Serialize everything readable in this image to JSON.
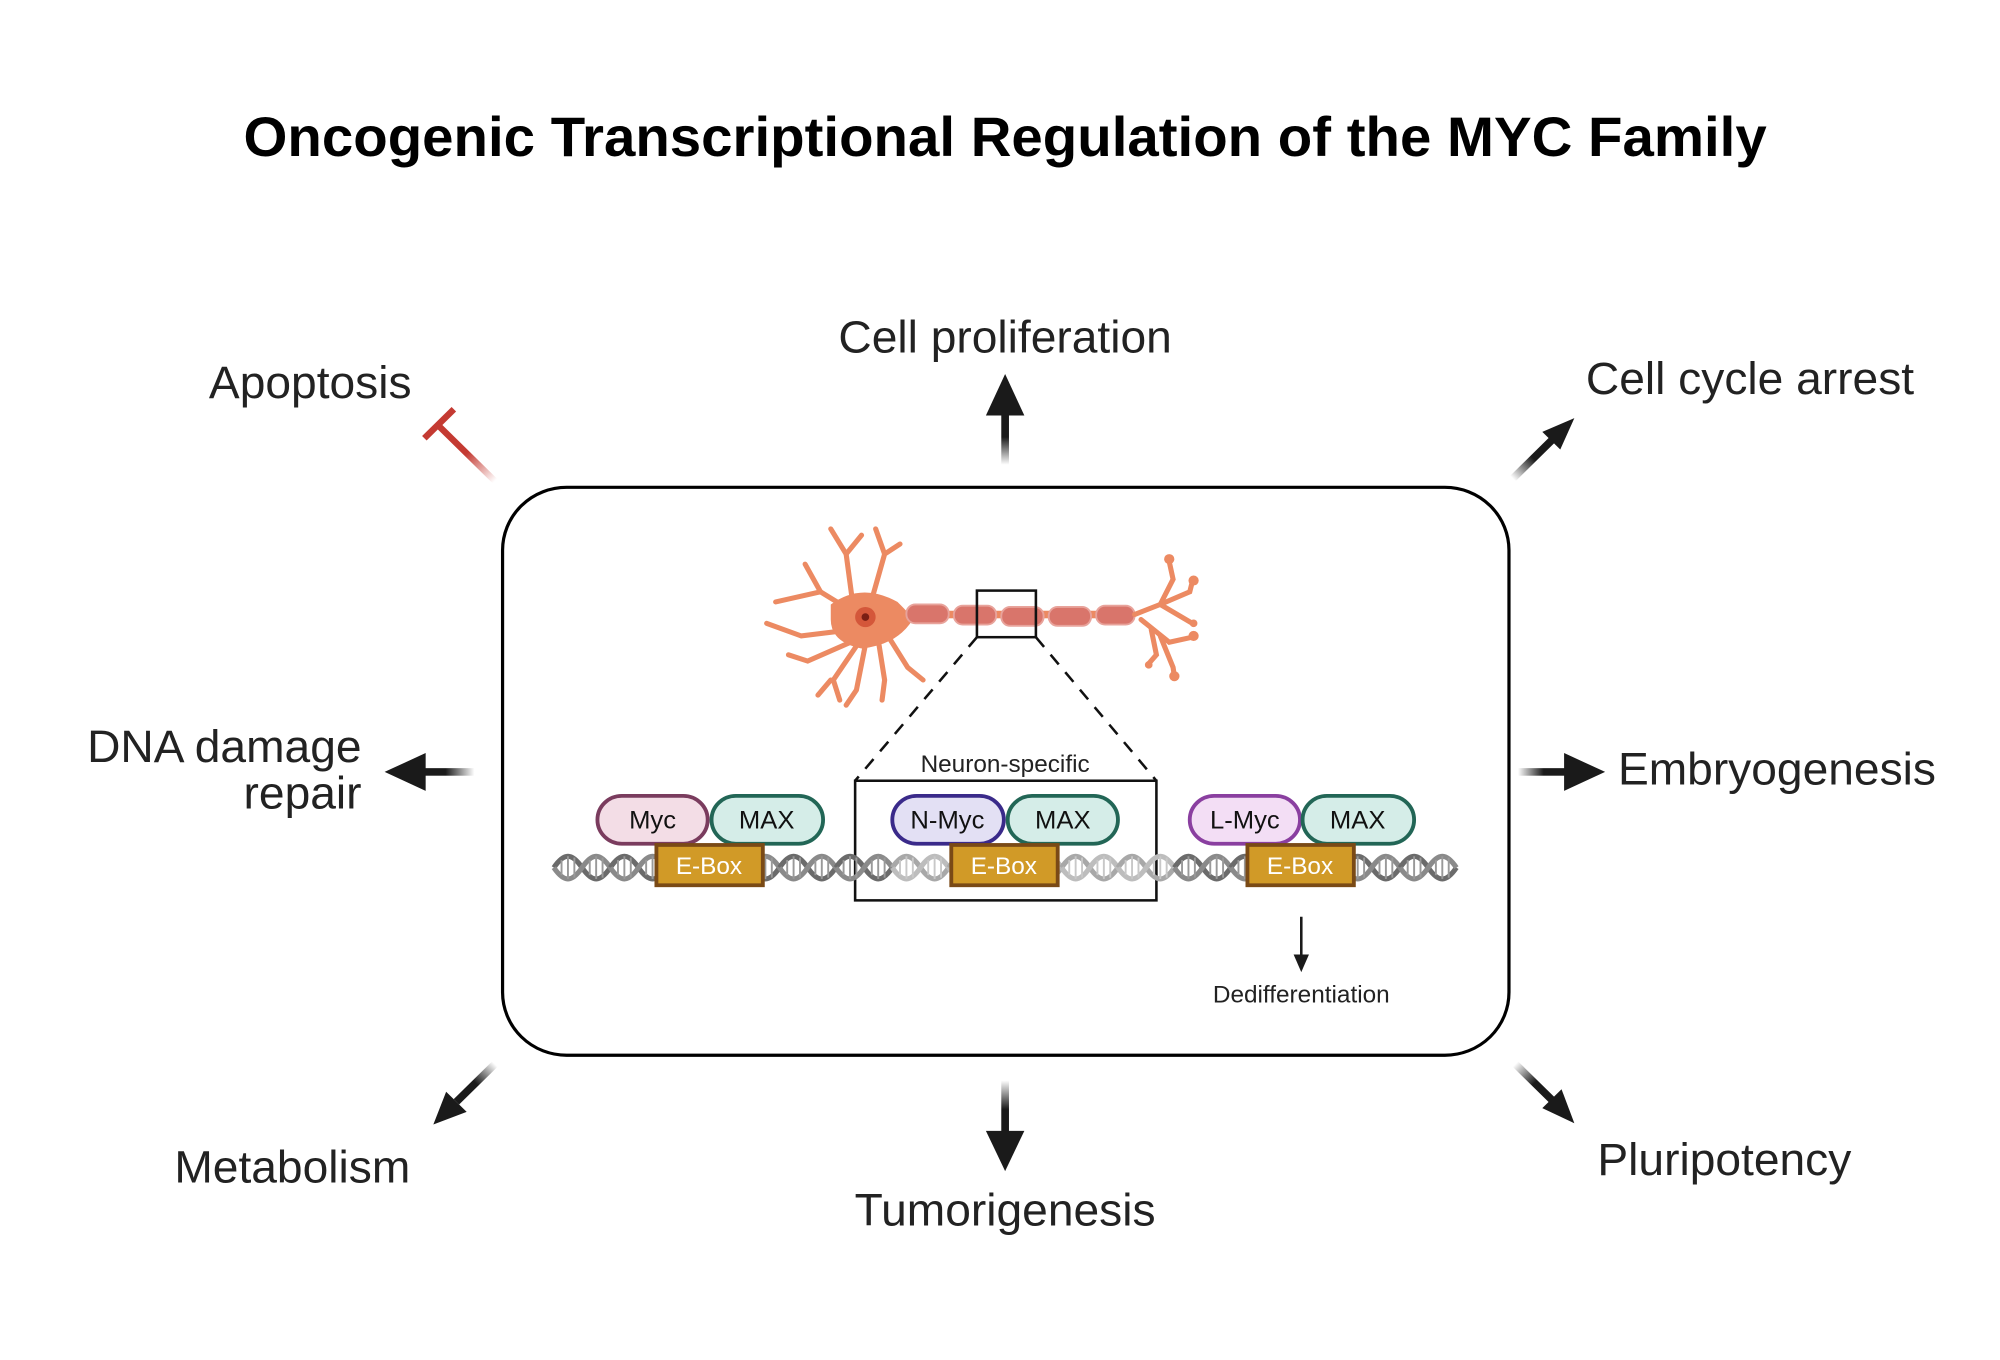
{
  "title": "Oncogenic Transcriptional Regulation of the MYC Family",
  "outcomes": {
    "cell_proliferation": "Cell proliferation",
    "apoptosis": "Apoptosis",
    "cell_cycle_arrest": "Cell cycle arrest",
    "dna_damage_repair_line1": "DNA damage",
    "dna_damage_repair_line2": "repair",
    "embryogenesis": "Embryogenesis",
    "metabolism": "Metabolism",
    "tumorigenesis": "Tumorigenesis",
    "pluripotency": "Pluripotency"
  },
  "inset": {
    "neuron_specific_label": "Neuron-specific",
    "complexes": [
      {
        "partner": "Myc",
        "dimer": "MAX",
        "element": "E-Box"
      },
      {
        "partner": "N-Myc",
        "dimer": "MAX",
        "element": "E-Box"
      },
      {
        "partner": "L-Myc",
        "dimer": "MAX",
        "element": "E-Box"
      }
    ],
    "downstream_label": "Dedifferentiation"
  },
  "colors": {
    "myc_fill": "#f3dde6",
    "myc_stroke": "#7a3c5e",
    "nmyc_fill": "#e3e0f4",
    "nmyc_stroke": "#3a2a8a",
    "lmyc_fill": "#f3def5",
    "lmyc_stroke": "#8a3fa0",
    "max_fill": "#d5ede8",
    "max_stroke": "#226656",
    "ebox_fill": "#d19a27",
    "ebox_stroke": "#7a4a16",
    "neuron": "#ec8a62",
    "inhibit": "#c43a32",
    "arrow": "#1a1a1a"
  }
}
